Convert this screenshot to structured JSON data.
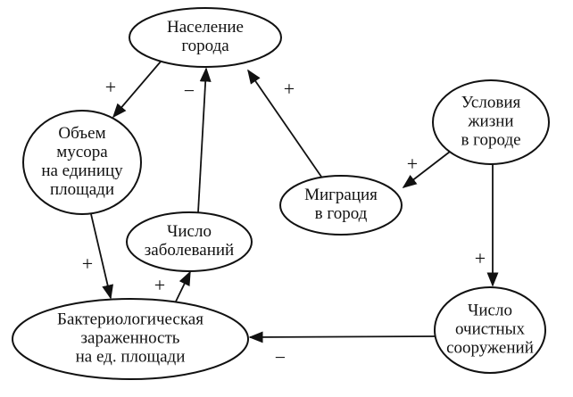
{
  "diagram": {
    "nodes": [
      {
        "id": "population",
        "lines": [
          "Население",
          "города"
        ]
      },
      {
        "id": "garbage",
        "lines": [
          "Объем",
          "мусора",
          "на единицу",
          "площади"
        ]
      },
      {
        "id": "living",
        "lines": [
          "Условия",
          "жизни",
          "в городе"
        ]
      },
      {
        "id": "migration",
        "lines": [
          "Миграция",
          "в город"
        ]
      },
      {
        "id": "disease",
        "lines": [
          "Число",
          "заболеваний"
        ]
      },
      {
        "id": "bacteria",
        "lines": [
          "Бактериологическая",
          "зараженность",
          "на ед. площади"
        ]
      },
      {
        "id": "treatment",
        "lines": [
          "Число",
          "очистных",
          "сооружений"
        ]
      }
    ],
    "edges": [
      {
        "from": "population",
        "to": "garbage",
        "sign": "+"
      },
      {
        "from": "garbage",
        "to": "bacteria",
        "sign": "+"
      },
      {
        "from": "bacteria",
        "to": "disease",
        "sign": "+"
      },
      {
        "from": "disease",
        "to": "population",
        "sign": "−"
      },
      {
        "from": "migration",
        "to": "population",
        "sign": "+"
      },
      {
        "from": "living",
        "to": "migration",
        "sign": "+"
      },
      {
        "from": "living",
        "to": "treatment",
        "sign": "+"
      },
      {
        "from": "treatment",
        "to": "bacteria",
        "sign": "−"
      }
    ],
    "colors": {
      "stroke": "#111111",
      "fill": "#ffffff"
    }
  }
}
